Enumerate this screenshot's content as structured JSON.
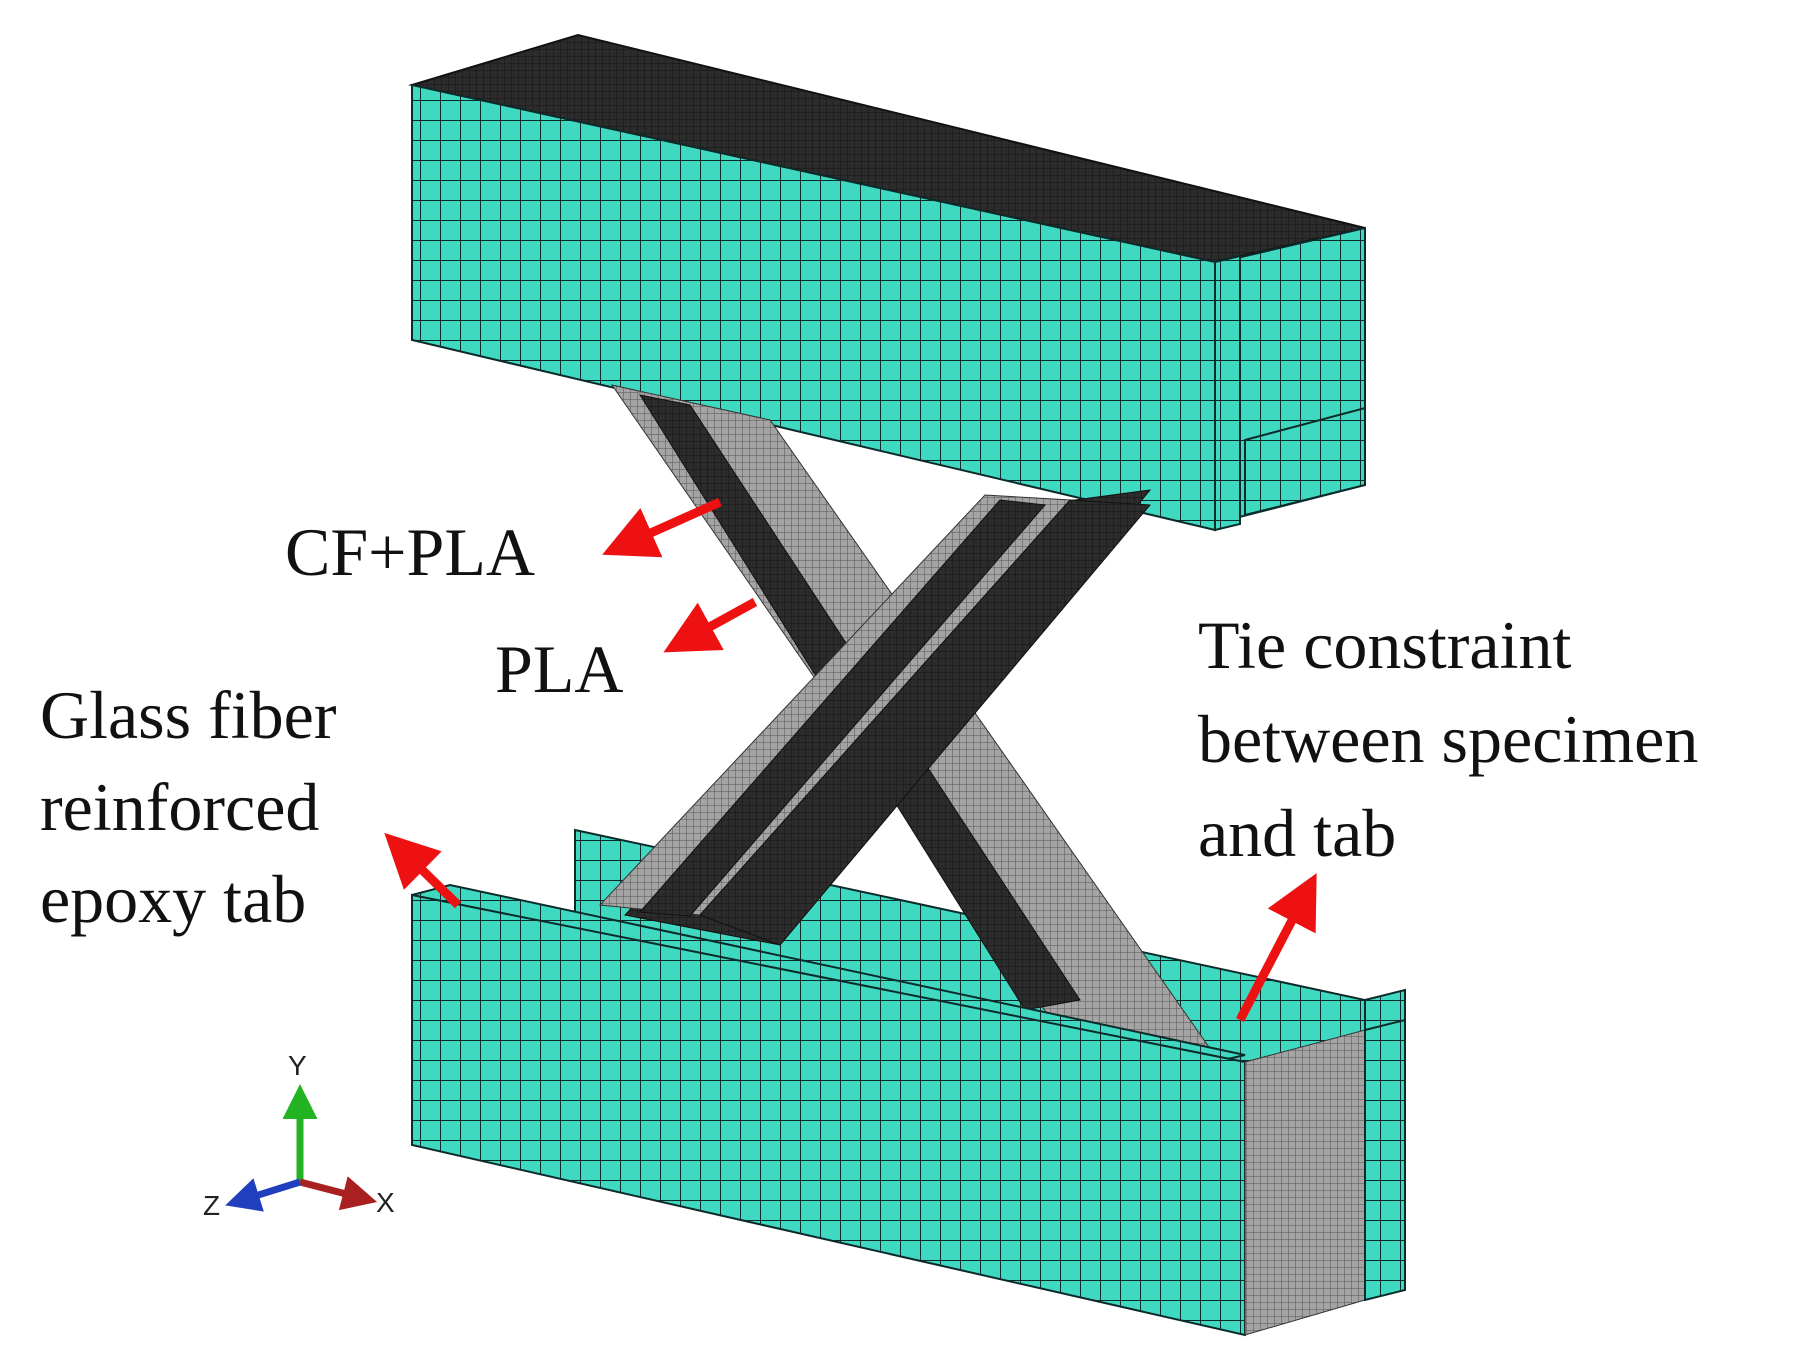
{
  "labels": {
    "cf_pla": "CF+PLA",
    "pla": "PLA",
    "glass_line1": "Glass fiber",
    "glass_line2": "reinforced",
    "glass_line3": "epoxy tab",
    "tie_line1": "Tie constraint",
    "tie_line2": "between specimen",
    "tie_line3": "and tab"
  },
  "triad": {
    "y": "Y",
    "x": "X",
    "z": "Z"
  },
  "colors": {
    "tab_fill": "#3fd9c2",
    "mesh_line": "#0b2b2a",
    "cf_pla": "#2a2a2a",
    "pla": "#8d8d8d",
    "arrow": "#ee1111",
    "axis_y": "#22b322",
    "axis_x": "#a82020",
    "axis_z": "#1f3fbf"
  }
}
